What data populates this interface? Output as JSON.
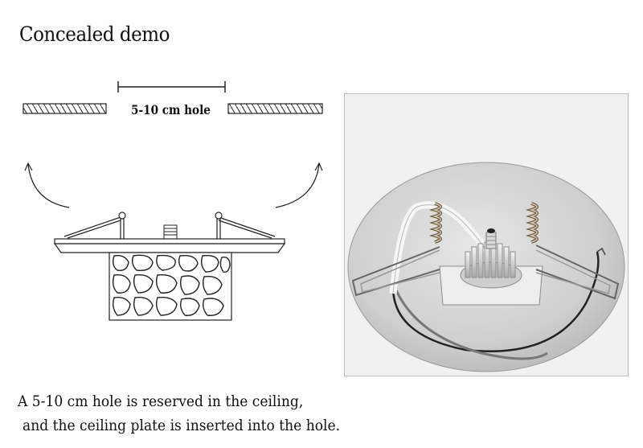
{
  "title": "Concealed demo",
  "hole_label": "5-10 cm hole",
  "caption": {
    "line1": "A 5-10 cm hole is reserved in the ceiling,",
    "line2": "and the ceiling plate is inserted into the hole."
  }
}
